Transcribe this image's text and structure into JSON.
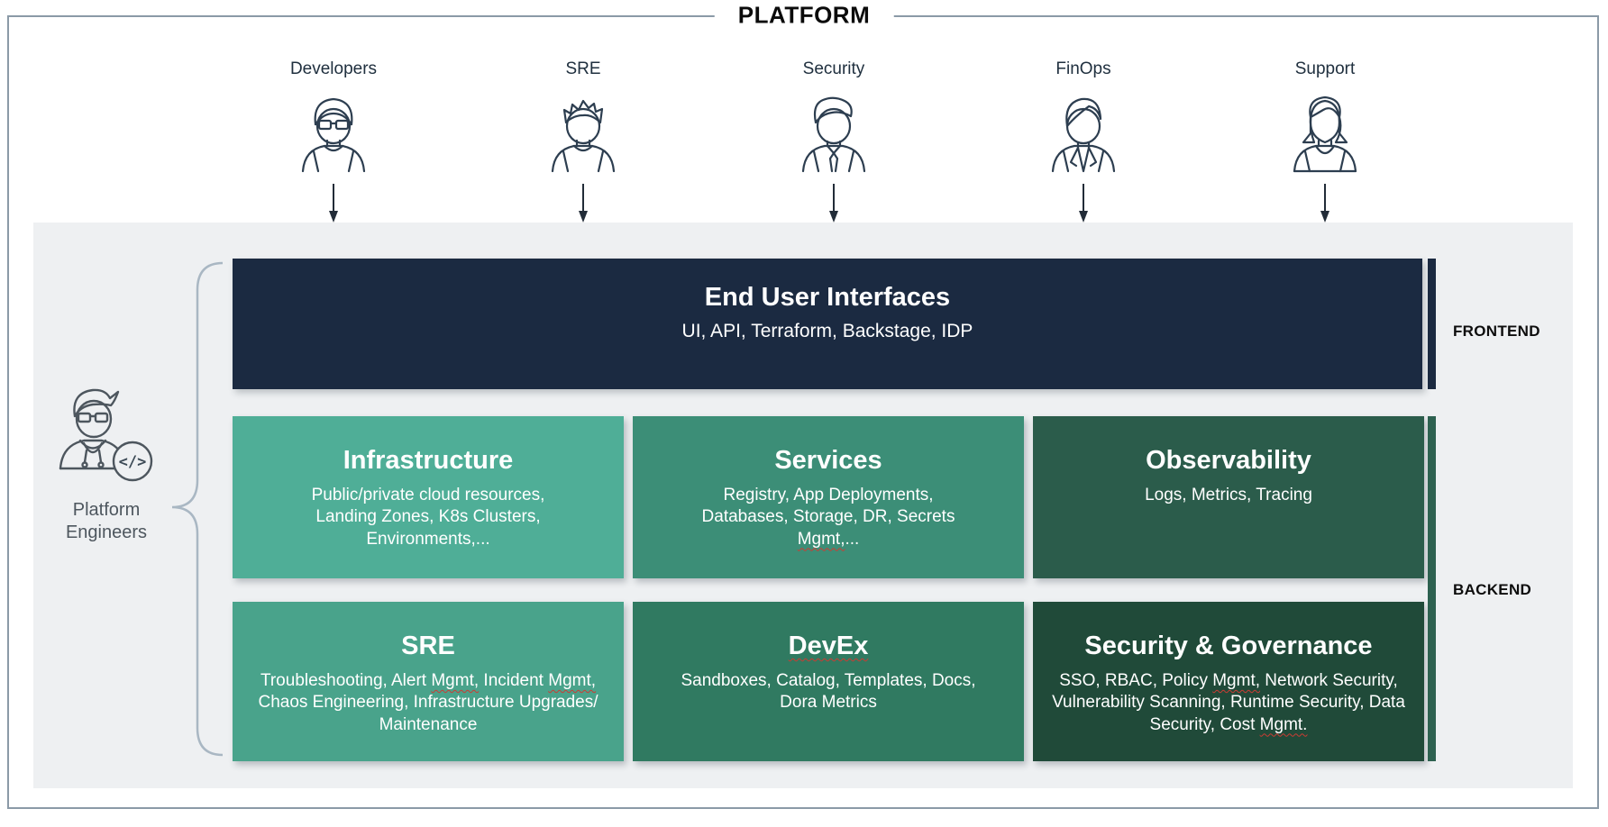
{
  "title": "PLATFORM",
  "personas": [
    {
      "label": "Developers"
    },
    {
      "label": "SRE"
    },
    {
      "label": "Security"
    },
    {
      "label": "FinOps"
    },
    {
      "label": "Support"
    }
  ],
  "platform_engineers": {
    "line1": "Platform",
    "line2": "Engineers"
  },
  "frontend": {
    "label": "FRONTEND",
    "box": {
      "title": "End User Interfaces",
      "subtitle": "UI, API, Terraform, Backstage, IDP"
    }
  },
  "backend": {
    "label": "BACKEND",
    "boxes": [
      {
        "title": "Infrastructure",
        "subtitle": "Public/private cloud resources, Landing Zones, K8s Clusters, Environments,..."
      },
      {
        "title": "Services",
        "subtitle": "Registry, App Deployments, Databases, Storage, DR, Secrets Mgmt,..."
      },
      {
        "title": "Observability",
        "subtitle": "Logs, Metrics, Tracing"
      },
      {
        "title": "SRE",
        "subtitle": "Troubleshooting, Alert Mgmt, Incident Mgmt, Chaos Engineering, Infrastructure Upgrades/ Maintenance"
      },
      {
        "title": "DevEx",
        "subtitle": "Sandboxes, Catalog, Templates, Docs, Dora Metrics"
      },
      {
        "title": "Security & Governance",
        "subtitle": "SSO, RBAC, Policy Mgmt, Network Security, Vulnerability Scanning, Runtime Security, Data Security, Cost Mgmt."
      }
    ]
  },
  "misspelled_words": [
    "Mgmt",
    "DevEx"
  ],
  "colors": {
    "navy": "#1b2a41",
    "frontend_bar": "#1b2a41",
    "backend_bar": "#2d6150",
    "infrastructure": "#4fae97",
    "services": "#3c8e77",
    "observability": "#2b5c4b",
    "sre": "#49a38b",
    "devex": "#307a61",
    "security_governance": "#204a39",
    "panel_background": "#eef0f2",
    "frame_border": "#8b9aa7",
    "squiggle_red": "#cc3b33",
    "avatar_stroke": "#2d3e50"
  }
}
